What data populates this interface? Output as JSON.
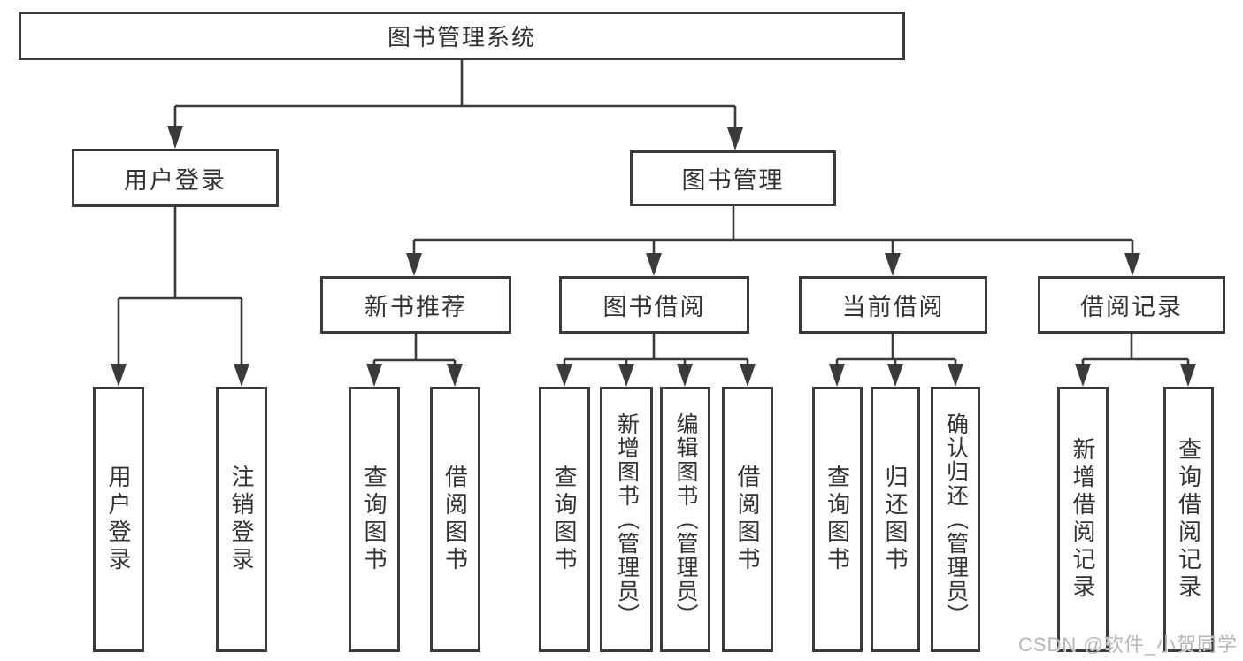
{
  "diagram": {
    "title": "图书管理系统",
    "type": "hierarchy-tree",
    "hierarchy": {
      "图书管理系统": {
        "用户登录": [
          "用户登录",
          "注销登录"
        ],
        "图书管理": {
          "新书推荐": [
            "查询图书",
            "借阅图书"
          ],
          "图书借阅": [
            "查询图书",
            "新增图书（管理员）",
            "编辑图书（管理员）",
            "借阅图书"
          ],
          "当前借阅": [
            "查询图书",
            "归还图书",
            "确认归还（管理员）"
          ],
          "借阅记录": [
            "新增借阅记录",
            "查询借阅记录"
          ]
        }
      }
    }
  },
  "nodes": {
    "root": {
      "label": "图书管理系统"
    },
    "user_login": {
      "label": "用户登录"
    },
    "book_mgmt": {
      "label": "图书管理"
    },
    "new_book": {
      "label": "新书推荐"
    },
    "book_borrow": {
      "label": "图书借阅"
    },
    "current_borrow": {
      "label": "当前借阅"
    },
    "borrow_record": {
      "label": "借阅记录"
    },
    "leaf_login": {
      "label": "用户登录"
    },
    "leaf_logout": {
      "label": "注销登录"
    },
    "leaf_nb_query": {
      "label": "查询图书"
    },
    "leaf_nb_borrow": {
      "label": "借阅图书"
    },
    "leaf_bb_query": {
      "label": "查询图书"
    },
    "leaf_bb_add": {
      "label": "新增图书（管理员）"
    },
    "leaf_bb_edit": {
      "label": "编辑图书（管理员）"
    },
    "leaf_bb_borrow": {
      "label": "借阅图书"
    },
    "leaf_cb_query": {
      "label": "查询图书"
    },
    "leaf_cb_return": {
      "label": "归还图书"
    },
    "leaf_cb_confirm": {
      "label": "确认归还（管理员）"
    },
    "leaf_br_add": {
      "label": "新增借阅记录"
    },
    "leaf_br_query": {
      "label": "查询借阅记录"
    }
  },
  "watermark": {
    "text": "CSDN @软件_小贺同学"
  },
  "colors": {
    "line": "#3a3a3a",
    "text": "#333333",
    "background": "#ffffff",
    "watermark": "#b3b6ba"
  }
}
